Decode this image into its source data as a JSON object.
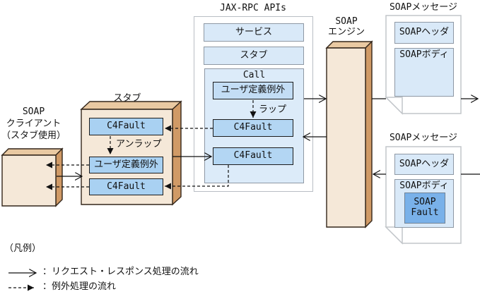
{
  "colors": {
    "panel-blue": "#d9e9f8",
    "call-bg": "#dcebf9",
    "ex-blue": "#c3ddf5",
    "fault-blue": "#b3d6f3",
    "stub-item-blue": "#a9d1f2",
    "soapfault-blue": "#79b1e9",
    "tan-face": "#f5e8d8",
    "tan-top": "#e9c9a2",
    "tan-side": "#d09a66",
    "tan-stroke": "#33261a",
    "line-color": "#111111",
    "doc-stroke": "#c2c6ca"
  },
  "jaxrpc": {
    "title": "JAX-RPC APIs",
    "service": "サービス",
    "stub": "スタブ",
    "call": "Call",
    "user_exception": "ユーザ定義例外",
    "wrap": "ラップ",
    "c4fault_top": "C4Fault",
    "c4fault_bottom": "C4Fault"
  },
  "engine": {
    "label_line1": "SOAP",
    "label_line2": "エンジン"
  },
  "message_top": {
    "title": "SOAPメッセージ",
    "header": "SOAPヘッダ",
    "body": "SOAPボディ"
  },
  "message_bottom": {
    "title": "SOAPメッセージ",
    "header": "SOAPヘッダ",
    "body": "SOAPボディ",
    "fault_line1": "SOAP",
    "fault_line2": "Fault"
  },
  "client": {
    "label_line1": "SOAP",
    "label_line2": "クライアント",
    "label_line3": "（スタブ使用）"
  },
  "stub": {
    "title": "スタブ",
    "c4fault_top": "C4Fault",
    "unwrap": "アンラップ",
    "user_exception": "ユーザ定義例外",
    "c4fault_bottom": "C4Fault"
  },
  "legend": {
    "title": "（凡例）",
    "solid_label": "：リクエスト・レスポンス処理の流れ",
    "dashed_label": "：例外処理の流れ"
  }
}
